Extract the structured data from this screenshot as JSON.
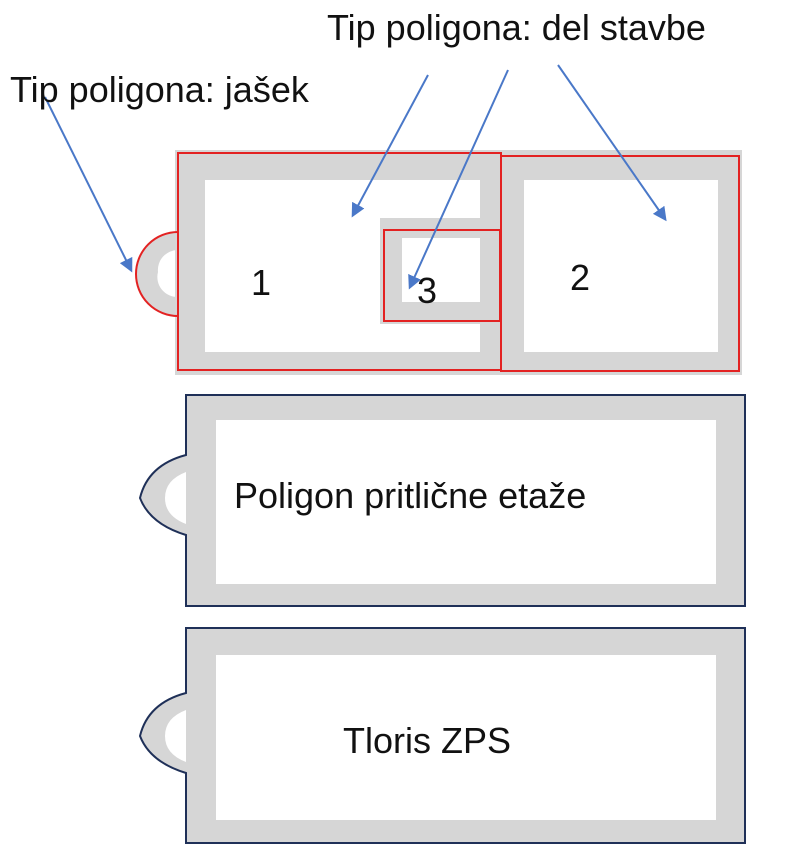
{
  "labels": {
    "polygon_type_building_part": "Tip poligona: del stavbe",
    "polygon_type_shaft": "Tip poligona: jašek",
    "polygon_1": "1",
    "polygon_2": "2",
    "polygon_3": "3",
    "ground_floor_polygon": "Poligon pritlične etaže",
    "zps_floor_plan": "Tloris ZPS"
  },
  "colors": {
    "wall_fill": "#d6d6d6",
    "polygon_outline": "#e32222",
    "arrow": "#4a78c8",
    "floor_outline": "#1f3058",
    "background": "#ffffff",
    "text": "#111111"
  }
}
